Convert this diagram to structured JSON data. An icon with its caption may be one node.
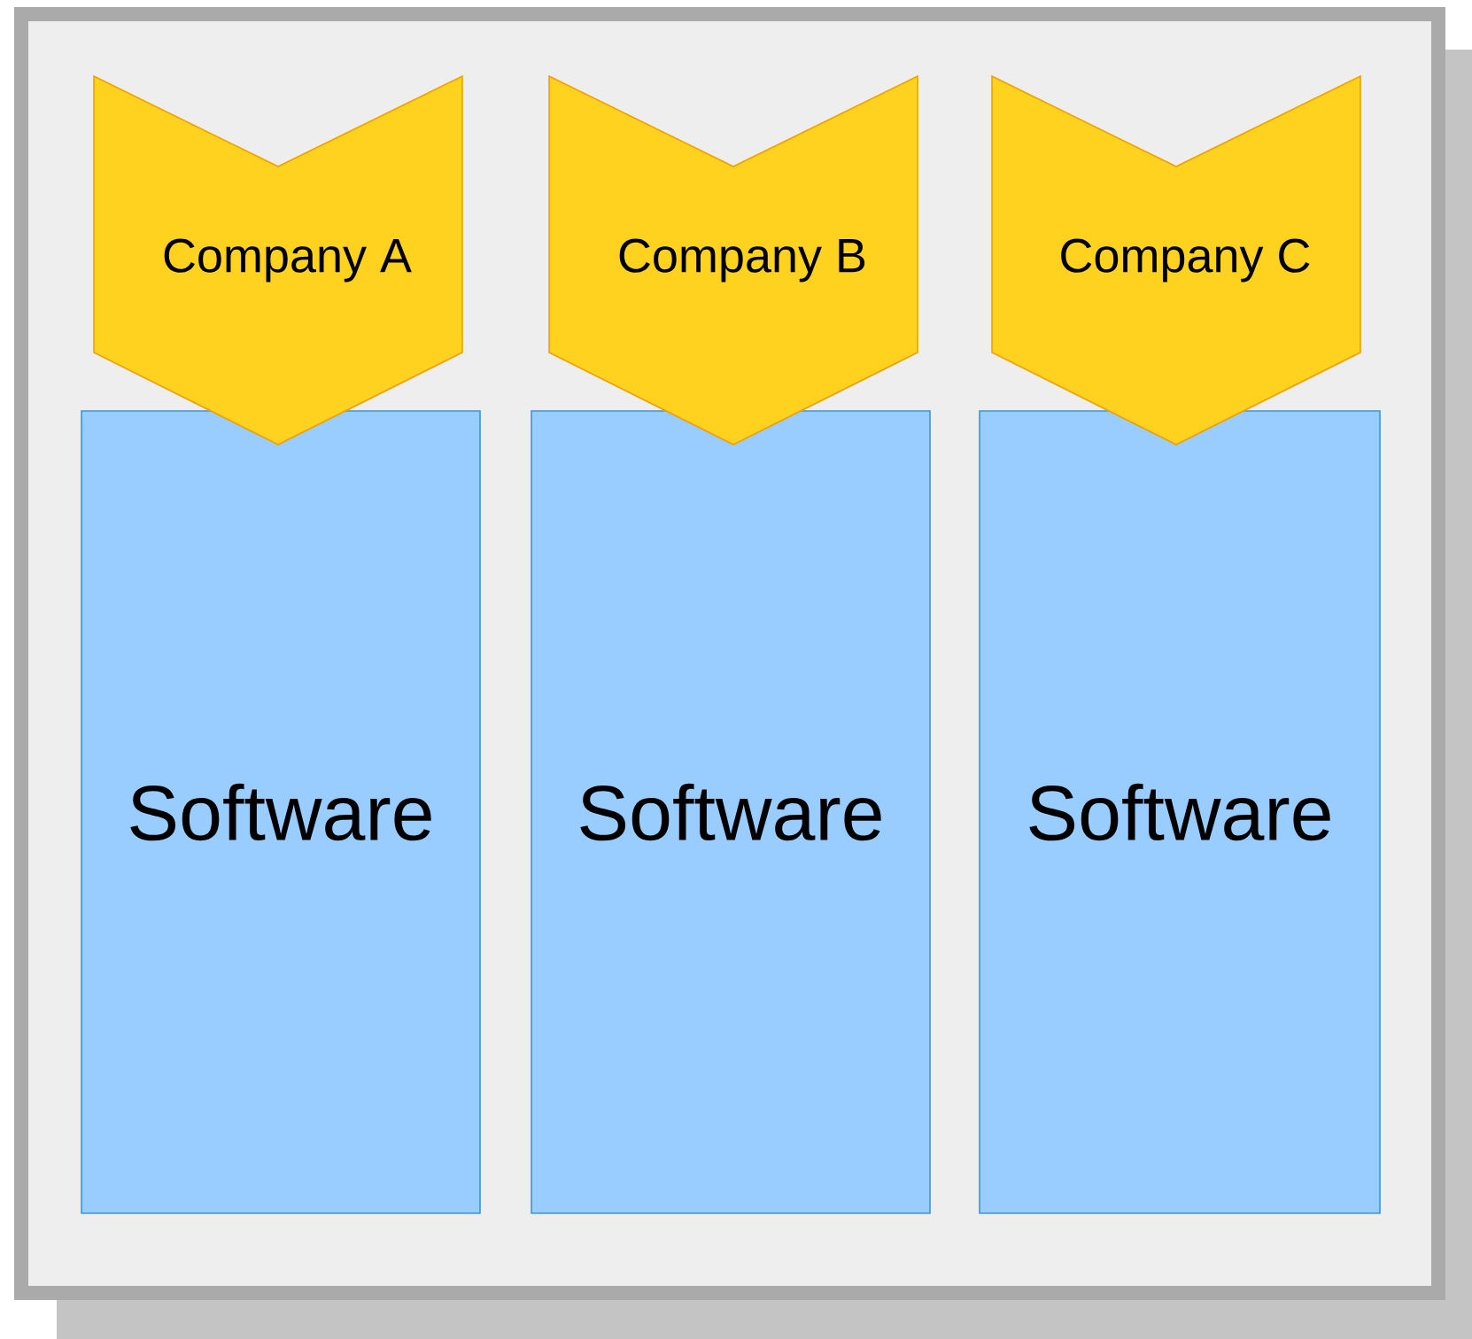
{
  "diagram": {
    "nodes": [
      {
        "text": [],
        "shape": "box"
      },
      {
        "text": [
          "Company A"
        ],
        "in": 0
      },
      {
        "text": [
          "Company B"
        ],
        "in": 0
      },
      {
        "text": [
          "Company C"
        ],
        "in": 0
      },
      {
        "text": [
          "Software"
        ],
        "in": 0
      },
      {
        "text": [
          "Software"
        ],
        "in": 0
      },
      {
        "text": [
          "Software"
        ],
        "in": 0
      }
    ]
  }
}
